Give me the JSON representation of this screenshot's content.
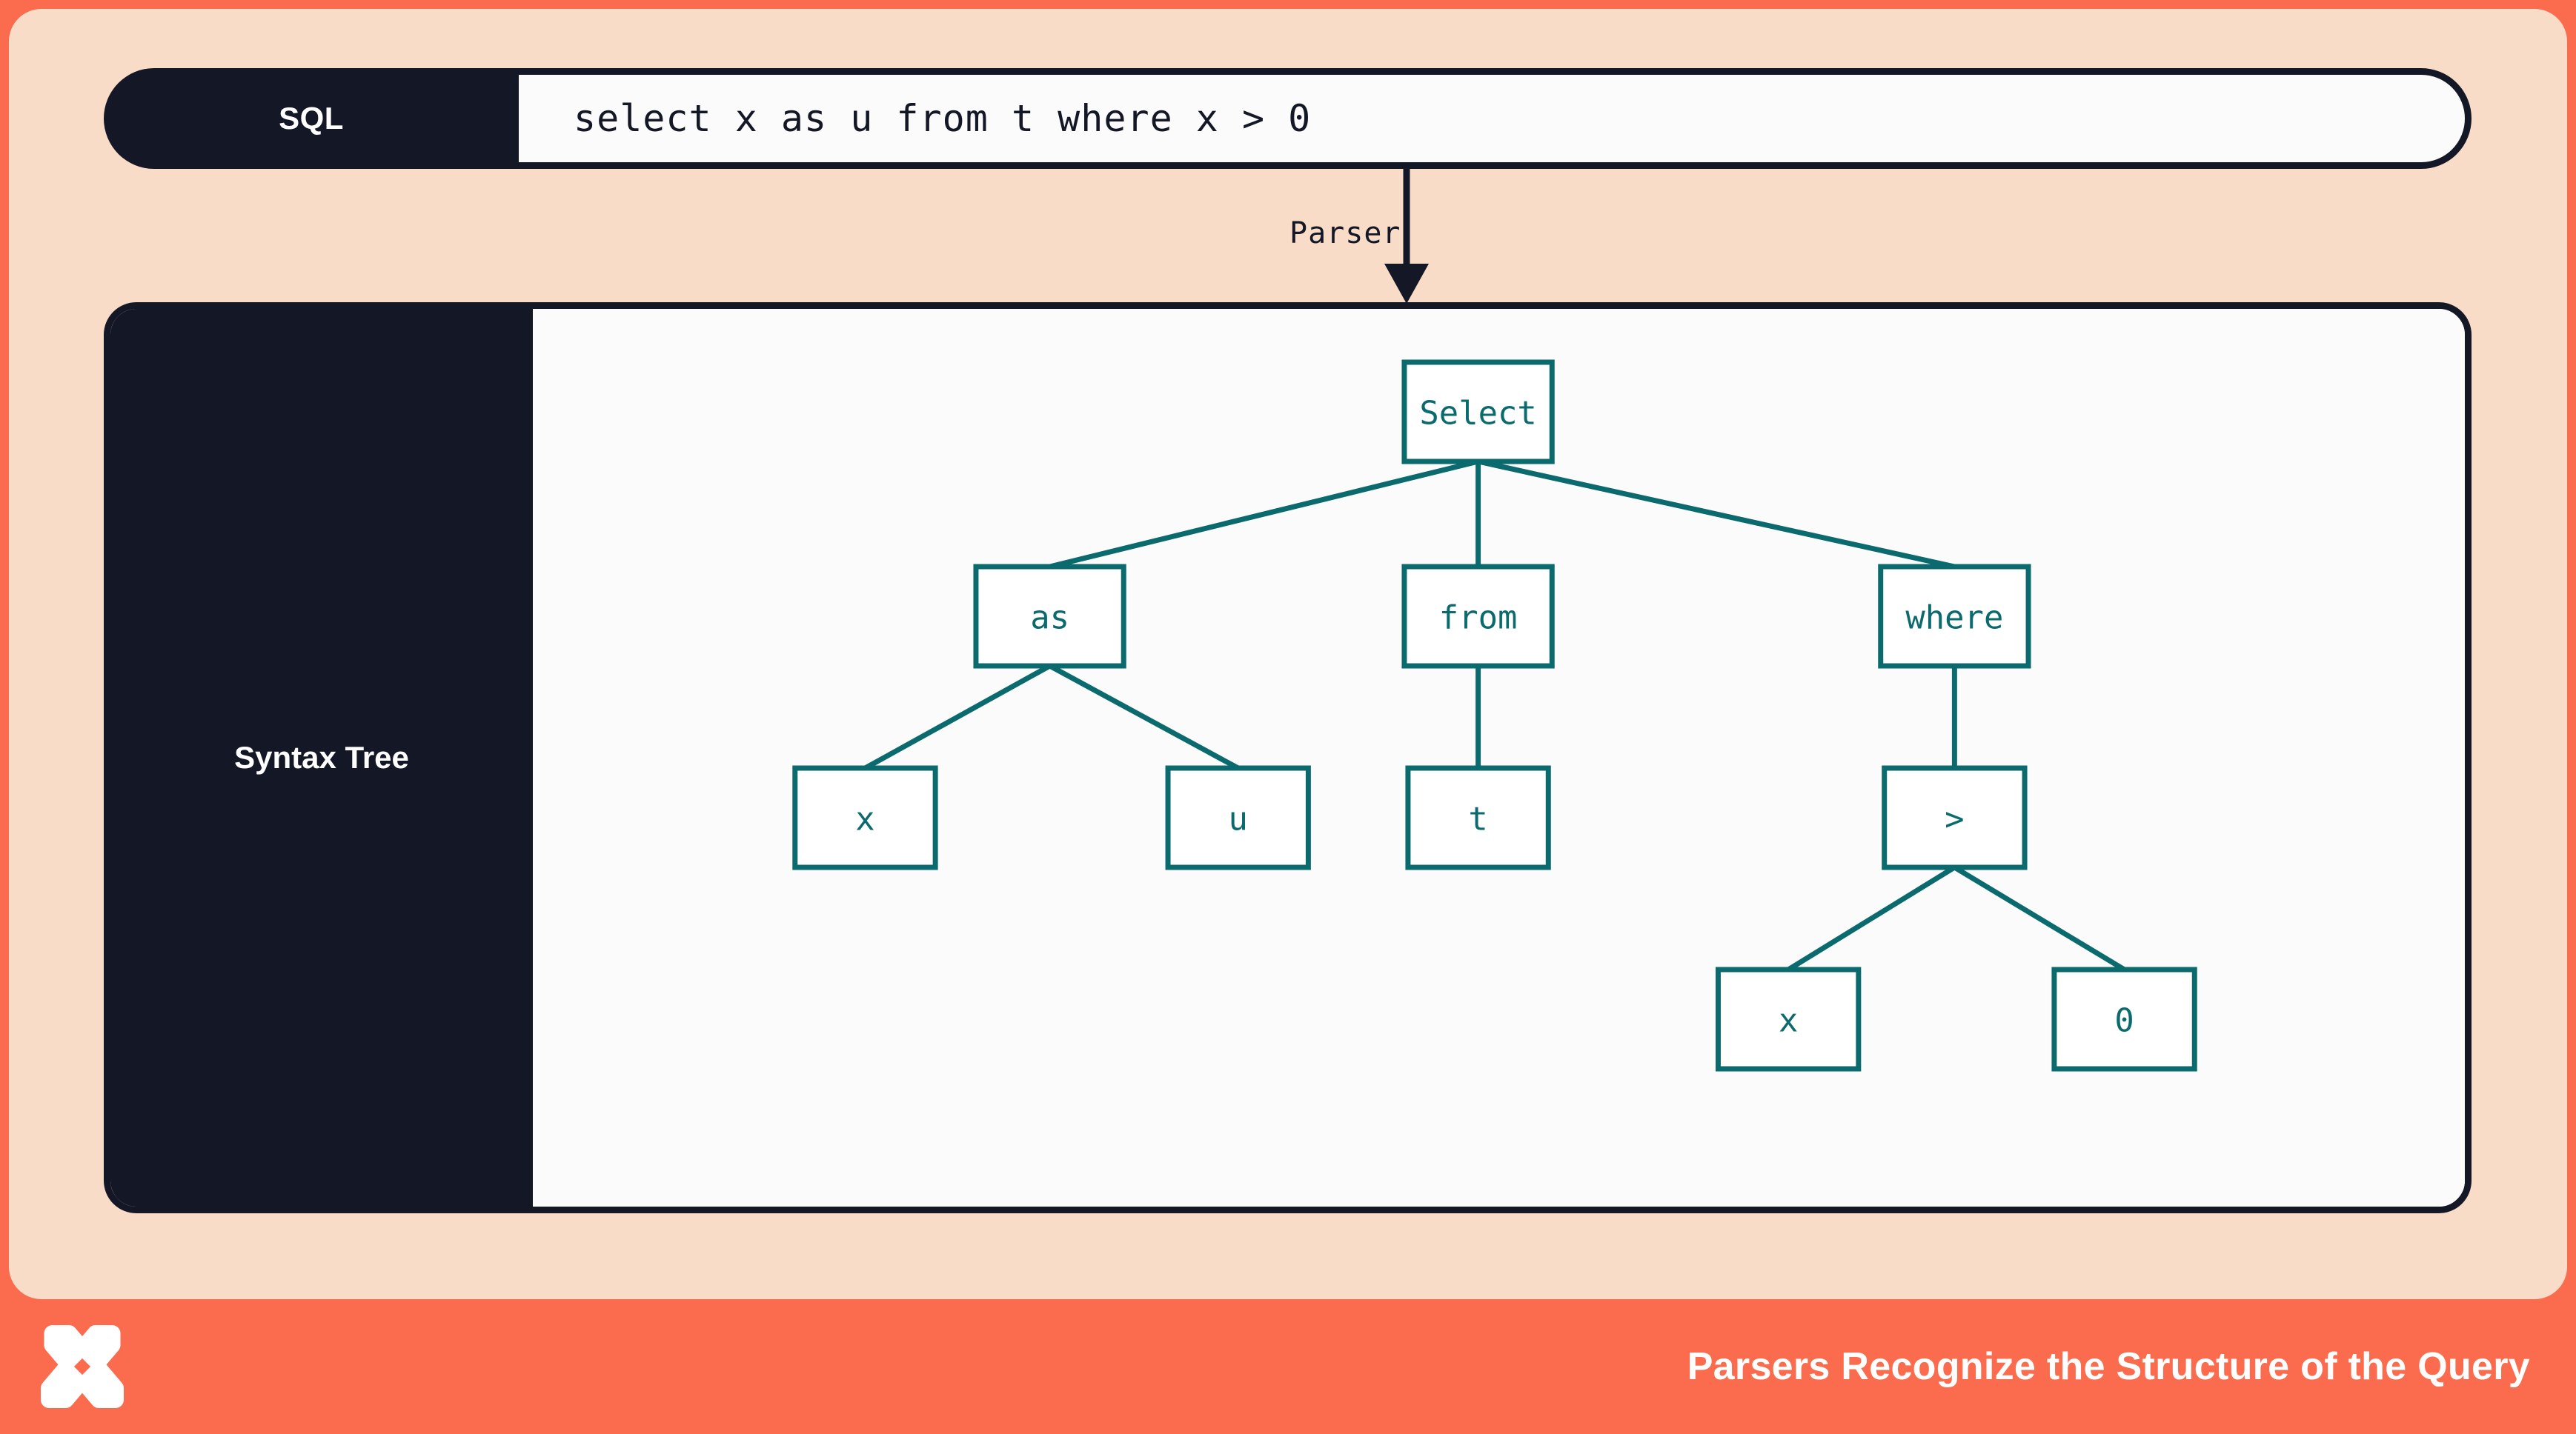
{
  "colors": {
    "frame_orange": "#fb6b4d",
    "card_peach": "#f9dcc7",
    "dark": "#141725",
    "panel_white": "#fbfbfb",
    "node_teal": "#0b6a6e",
    "text_white": "#ffffff"
  },
  "sql_row": {
    "label": "SQL",
    "query": "select x as u from t where x > 0"
  },
  "arrow": {
    "label": "Parser"
  },
  "tree_panel": {
    "sidebar_label": "Syntax Tree",
    "nodes": {
      "select": "Select",
      "as": "as",
      "from": "from",
      "where": "where",
      "as_left": "x",
      "as_right": "u",
      "from_child": "t",
      "where_child": ">",
      "cmp_left": "x",
      "cmp_right": "0"
    }
  },
  "footer": {
    "logo": "x-mark-logo",
    "tagline": "Parsers Recognize the Structure of the Query"
  }
}
